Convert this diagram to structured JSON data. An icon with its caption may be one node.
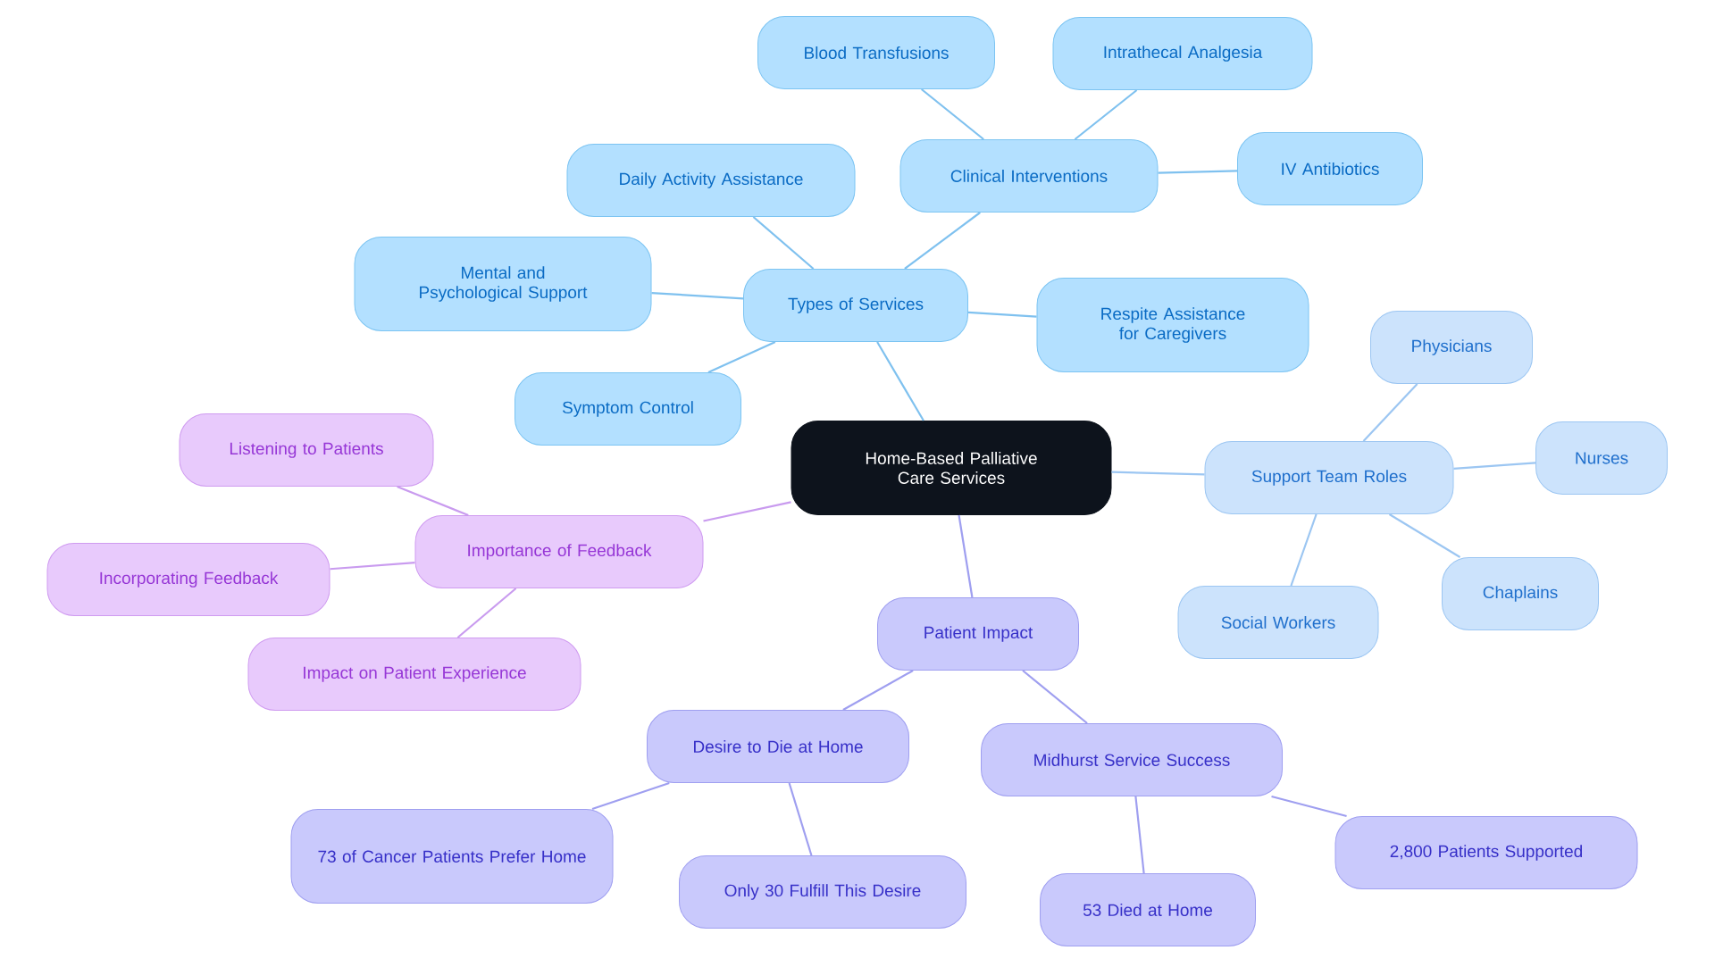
{
  "diagram": {
    "nodes": [
      {
        "text": [
          "Home-Based Palliative Care Services"
        ]
      },
      {
        "text": [
          "Types of Services"
        ]
      },
      {
        "text": [
          "Clinical Interventions"
        ]
      },
      {
        "text": [
          "Blood Transfusions"
        ]
      },
      {
        "text": [
          "Intrathecal Analgesia"
        ]
      },
      {
        "text": [
          "IV Antibiotics"
        ]
      },
      {
        "text": [
          "Daily Activity Assistance"
        ]
      },
      {
        "text": [
          "Mental and Psychological Support"
        ]
      },
      {
        "text": [
          "Respite Assistance for Caregivers"
        ]
      },
      {
        "text": [
          "Symptom Control"
        ]
      },
      {
        "text": [
          "Support Team Roles"
        ]
      },
      {
        "text": [
          "Physicians"
        ]
      },
      {
        "text": [
          "Nurses"
        ]
      },
      {
        "text": [
          "Chaplains"
        ]
      },
      {
        "text": [
          "Social Workers"
        ]
      },
      {
        "text": [
          "Importance of Feedback"
        ]
      },
      {
        "text": [
          "Listening to Patients"
        ]
      },
      {
        "text": [
          "Incorporating Feedback"
        ]
      },
      {
        "text": [
          "Impact on Patient Experience"
        ]
      },
      {
        "text": [
          "Patient Impact"
        ]
      },
      {
        "text": [
          "Desire to Die at Home"
        ]
      },
      {
        "text": [
          "73 of Cancer Patients Prefer Home"
        ]
      },
      {
        "text": [
          "Only 30 Fulfill This Desire"
        ]
      },
      {
        "text": [
          "Midhurst Service Success"
        ]
      },
      {
        "text": [
          "2,800 Patients Supported"
        ]
      },
      {
        "text": [
          "53 Died at Home"
        ]
      }
    ],
    "edges": [
      {
        "from": 0,
        "to": 1,
        "arrow": "none"
      },
      {
        "from": 1,
        "to": 2,
        "arrow": "none"
      },
      {
        "from": 2,
        "to": 3,
        "arrow": "none"
      },
      {
        "from": 2,
        "to": 4,
        "arrow": "none"
      },
      {
        "from": 2,
        "to": 5,
        "arrow": "none"
      },
      {
        "from": 1,
        "to": 6,
        "arrow": "none"
      },
      {
        "from": 1,
        "to": 7,
        "arrow": "none"
      },
      {
        "from": 1,
        "to": 8,
        "arrow": "none"
      },
      {
        "from": 1,
        "to": 9,
        "arrow": "none"
      },
      {
        "from": 0,
        "to": 10,
        "arrow": "none",
        "color": "#9cc6f2"
      },
      {
        "from": 10,
        "to": 11,
        "arrow": "none",
        "color": "#9cc6f2"
      },
      {
        "from": 10,
        "to": 12,
        "arrow": "none",
        "color": "#9cc6f2"
      },
      {
        "from": 10,
        "to": 13,
        "arrow": "none",
        "color": "#9cc6f2"
      },
      {
        "from": 10,
        "to": 14,
        "arrow": "none",
        "color": "#9cc6f2"
      },
      {
        "from": 0,
        "to": 15,
        "arrow": "none",
        "color": "#c99bef"
      },
      {
        "from": 15,
        "to": 16,
        "arrow": "none",
        "color": "#c99bef"
      },
      {
        "from": 15,
        "to": 17,
        "arrow": "none",
        "color": "#c99bef"
      },
      {
        "from": 15,
        "to": 18,
        "arrow": "none",
        "color": "#c99bef"
      },
      {
        "from": 0,
        "to": 19,
        "arrow": "none",
        "color": "#9f9ff0"
      },
      {
        "from": 19,
        "to": 20,
        "arrow": "none",
        "color": "#9f9ff0"
      },
      {
        "from": 20,
        "to": 21,
        "arrow": "none",
        "color": "#9f9ff0"
      },
      {
        "from": 20,
        "to": 22,
        "arrow": "none",
        "color": "#9f9ff0"
      },
      {
        "from": 19,
        "to": 23,
        "arrow": "none",
        "color": "#9f9ff0"
      },
      {
        "from": 23,
        "to": 24,
        "arrow": "none",
        "color": "#9f9ff0"
      },
      {
        "from": 23,
        "to": 25,
        "arrow": "none",
        "color": "#9f9ff0"
      }
    ]
  }
}
